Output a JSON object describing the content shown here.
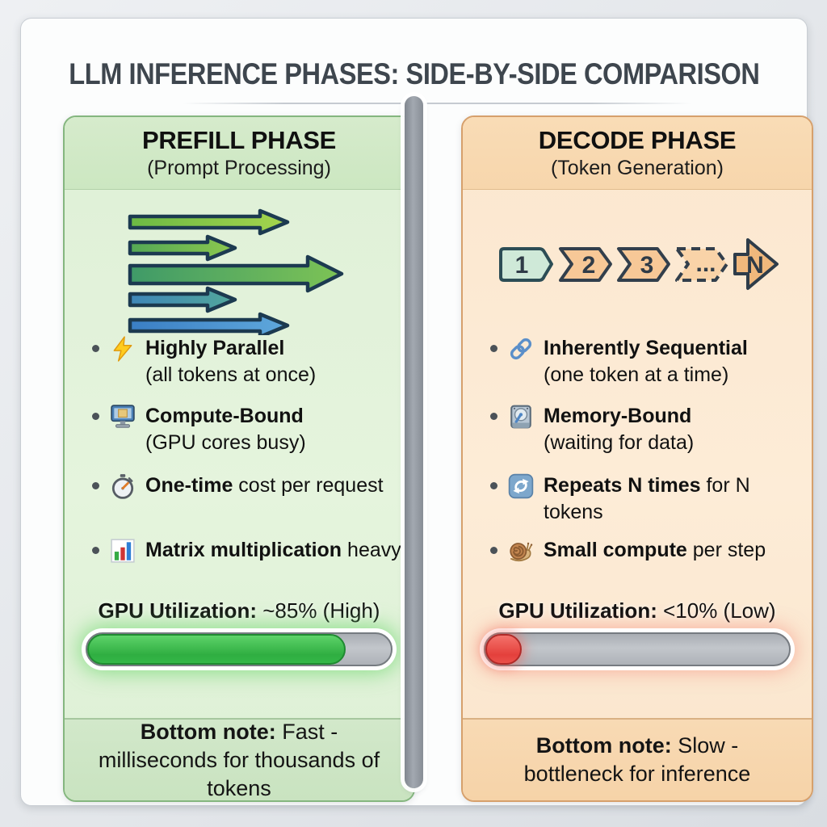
{
  "title": "LLM INFERENCE PHASES: SIDE-BY-SIDE COMPARISON",
  "colors": {
    "prefill_bg": "#e3f2db",
    "prefill_border": "#85b67f",
    "decode_bg": "#fdecd7",
    "decode_border": "#d6a06c",
    "bar_green": "#34b748",
    "bar_red": "#ea504a",
    "bar_track": "#b9bdc2",
    "divider_gray": "#959ba3"
  },
  "prefill": {
    "title": "PREFILL PHASE",
    "subtitle": "(Prompt Processing)",
    "graphic": "parallel-arrows",
    "bullets": [
      {
        "icon": "zap-icon",
        "bold": "Highly Parallel",
        "rest": "",
        "sub": "(all tokens at once)"
      },
      {
        "icon": "monitor-icon",
        "bold": "Compute-Bound",
        "rest": "",
        "sub": "(GPU cores busy)"
      },
      {
        "icon": "stopwatch-icon",
        "bold": "One-time",
        "rest": " cost per request",
        "sub": ""
      },
      {
        "icon": "bar-chart-icon",
        "bold": "Matrix multiplication",
        "rest": " heavy",
        "sub": ""
      }
    ],
    "gpu": {
      "label": "GPU Utilization:",
      "value": "~85% (High)",
      "percent": 85
    },
    "note": {
      "label": "Bottom note:",
      "text": " Fast - milliseconds for thousands of tokens"
    }
  },
  "decode": {
    "title": "DECODE PHASE",
    "subtitle": "(Token Generation)",
    "graphic": "sequential-tokens",
    "tokens": [
      "1",
      "2",
      "3",
      "...",
      "N"
    ],
    "bullets": [
      {
        "icon": "link-icon",
        "bold": "Inherently Sequential",
        "rest": "",
        "sub": "(one token at a time)"
      },
      {
        "icon": "disk-icon",
        "bold": "Memory-Bound",
        "rest": "",
        "sub": "(waiting for data)"
      },
      {
        "icon": "refresh-icon",
        "bold": "Repeats N times",
        "rest": " for N tokens",
        "sub": ""
      },
      {
        "icon": "snail-icon",
        "bold": "Small compute",
        "rest": " per step",
        "sub": ""
      }
    ],
    "gpu": {
      "label": "GPU Utilization:",
      "value": "<10% (Low)",
      "percent": 12
    },
    "note": {
      "label": "Bottom note:",
      "text": " Slow - bottleneck for inference"
    }
  }
}
